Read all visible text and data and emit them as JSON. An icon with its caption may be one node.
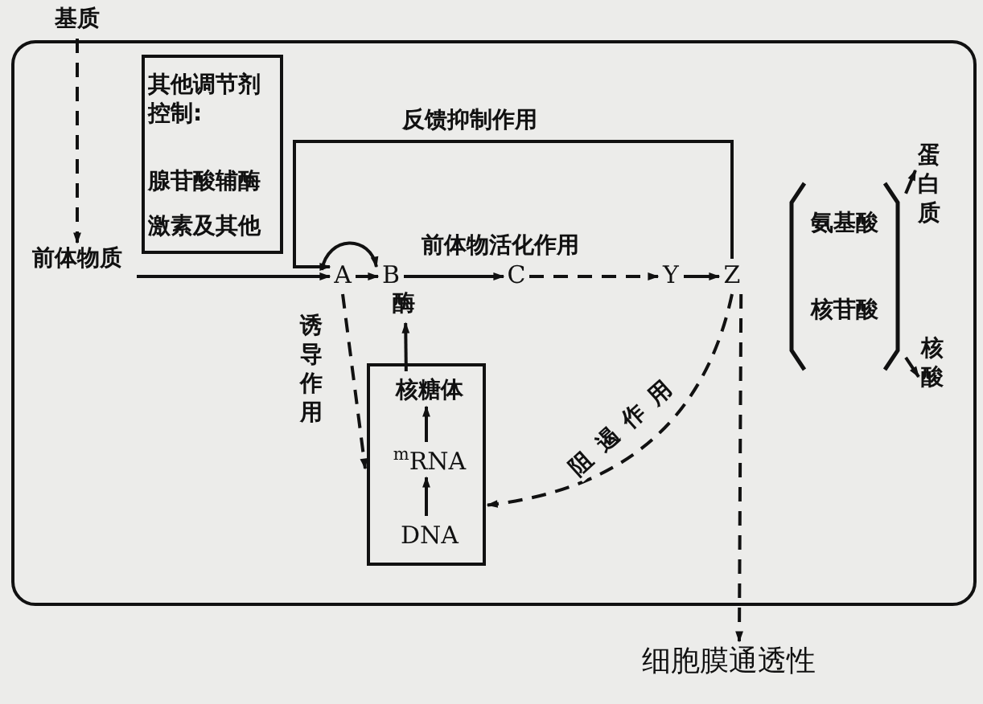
{
  "diagram": {
    "nodes": [
      {
        "text": [
          "基质"
        ]
      },
      {
        "text": [
          "其他调节剂控制:",
          "腺苷酸辅酶",
          "激素及其他"
        ]
      },
      {
        "text": [
          "前体物质"
        ]
      },
      {
        "text": [
          "A"
        ]
      },
      {
        "text": [
          "B"
        ]
      },
      {
        "text": [
          "酶"
        ]
      },
      {
        "text": [
          "C"
        ]
      },
      {
        "text": [
          "Y"
        ]
      },
      {
        "text": [
          "Z"
        ]
      },
      {
        "text": [],
        "shape": "box"
      },
      {
        "text": [
          "核糖体"
        ],
        "in": 9
      },
      {
        "text": [
          "$^{m}$RNA"
        ],
        "in": 9
      },
      {
        "text": [
          "DNA"
        ],
        "in": 9
      },
      {
        "text": [
          "氨基酸",
          "核苷酸"
        ]
      },
      {
        "text": [
          "蛋白质"
        ]
      },
      {
        "text": [
          "核酸"
        ]
      },
      {
        "text": [
          "细胞膜通透性"
        ]
      }
    ],
    "edges": [
      {
        "from": 0,
        "to": 2,
        "arrow": "to",
        "style": "dashed"
      },
      {
        "from": 2,
        "to": 3,
        "arrow": "to"
      },
      {
        "from": 3,
        "to": 4,
        "arrow": "to"
      },
      {
        "from": 4,
        "to": 6,
        "arrow": "to"
      },
      {
        "from": 6,
        "to": 7,
        "arrow": "to",
        "style": "dashed"
      },
      {
        "from": 7,
        "to": 8,
        "arrow": "to"
      },
      {
        "from": 8,
        "to": 3,
        "arrow": "to",
        "label": "反馈抑制作用"
      },
      {
        "from": 3,
        "to": 9,
        "arrow": "to",
        "style": "dashed",
        "label": "诱导作用"
      },
      {
        "from": 8,
        "to": 9,
        "arrow": "to",
        "style": "dashed",
        "label": "阻遏作用"
      },
      {
        "from": 8,
        "to": 16,
        "arrow": "to",
        "style": "dashed"
      },
      {
        "from": 12,
        "to": 11,
        "arrow": "to"
      },
      {
        "from": 11,
        "to": 10,
        "arrow": "to"
      },
      {
        "from": 10,
        "to": 5,
        "arrow": "to"
      },
      {
        "from": 13,
        "to": 14,
        "arrow": "to"
      },
      {
        "from": 13,
        "to": 15,
        "arrow": "to"
      }
    ],
    "labels": [
      "前体物活化作用"
    ]
  }
}
